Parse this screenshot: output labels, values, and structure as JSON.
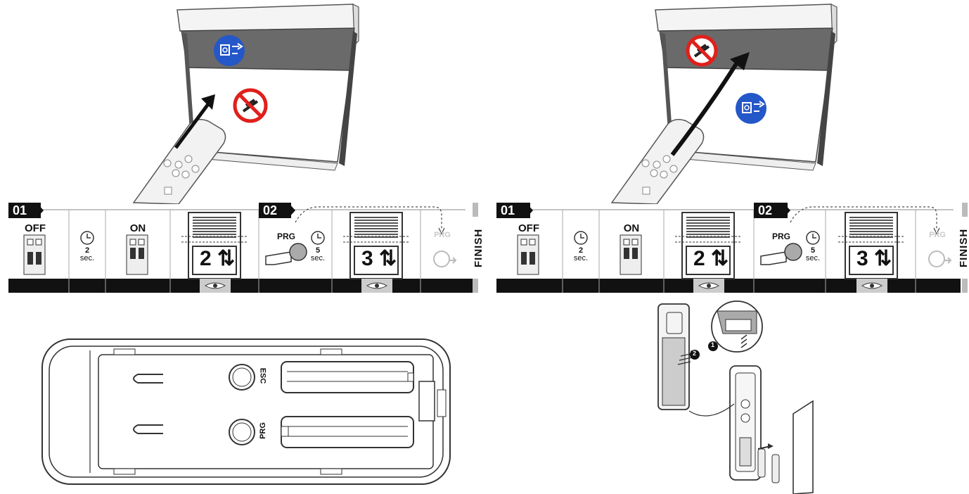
{
  "left_strip": {
    "step1": "01",
    "step2": "02",
    "off": "OFF",
    "on": "ON",
    "wait1_value": "2",
    "wait1_unit": "sec.",
    "count1": "2",
    "prg": "PRG",
    "wait2_value": "5",
    "wait2_unit": "sec.",
    "count2": "3",
    "prg_ghost": "PRG",
    "finish": "FINISH"
  },
  "right_strip": {
    "step1": "01",
    "step2": "02",
    "off": "OFF",
    "on": "ON",
    "wait1_value": "2",
    "wait1_unit": "sec.",
    "count1": "2",
    "prg": "PRG",
    "wait2_value": "5",
    "wait2_unit": "sec.",
    "count2": "3",
    "prg_ghost": "PRG",
    "finish": "FINISH"
  },
  "remote_inside": {
    "esc_label": "ESC",
    "prg_label": "PRG"
  },
  "battery_steps": {
    "step1": "1",
    "step2": "2"
  },
  "colors": {
    "sign_blue": "#2457c8",
    "no_red": "#e0201c",
    "strip_black": "#111111"
  }
}
